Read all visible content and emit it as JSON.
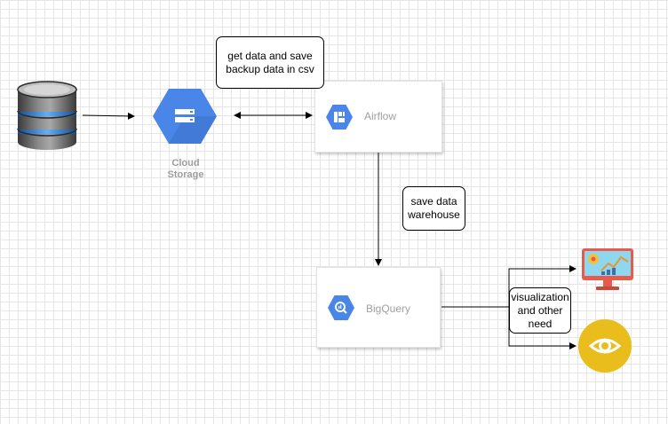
{
  "nodes": {
    "cloud_storage": {
      "label": "Cloud\nStorage"
    },
    "airflow": {
      "label": "Airflow"
    },
    "bigquery": {
      "label": "BigQuery"
    }
  },
  "notes": {
    "get_data": "get data and save\nbackup data in csv",
    "save_data": "save data\nwarehouse",
    "visualization": "visualization\nand other\nneed"
  },
  "icons": {
    "database": "database-icon",
    "cloud_storage": "cloud-storage-icon",
    "airflow": "airflow-icon",
    "bigquery": "bigquery-icon",
    "dashboard": "dashboard-monitor-icon",
    "eye": "eye-icon"
  },
  "colors": {
    "gcp_blue": "#4a86e8",
    "eye_yellow": "#e8bd1c",
    "monitor_frame": "#e85b4a"
  }
}
